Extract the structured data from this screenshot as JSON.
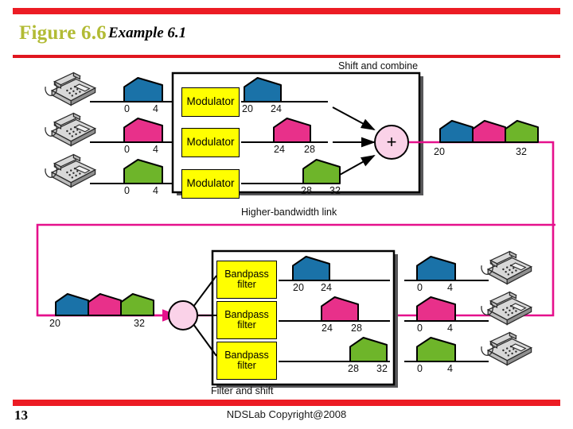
{
  "slide": {
    "figure_label": "Figure 6.6",
    "figure_title": "Example 6.1",
    "page_number": "13",
    "footer": "NDSLab Copyright@2008",
    "accent_red": "#ec1c24",
    "title_color": "#b2bb35",
    "link_color": "#e5108c",
    "box_fill": "#ffff00",
    "node_fill": "#fad2e8"
  },
  "figure": {
    "captions": {
      "top_box": "Shift and combine",
      "link": "Higher-bandwidth link",
      "bottom_box": "Filter and shift"
    },
    "signal_colors": {
      "blue": "#1a72a8",
      "pink": "#e8308a",
      "green": "#6eb52a"
    },
    "combiner_symbol": "+",
    "tx_channels": [
      {
        "color_name": "blue",
        "color": "#1a72a8",
        "source_range": [
          "0",
          "4"
        ],
        "modulator_label": "Modulator",
        "shifted_range": [
          "20",
          "24"
        ]
      },
      {
        "color_name": "pink",
        "color": "#e8308a",
        "source_range": [
          "0",
          "4"
        ],
        "modulator_label": "Modulator",
        "shifted_range": [
          "24",
          "28"
        ]
      },
      {
        "color_name": "green",
        "color": "#6eb52a",
        "source_range": [
          "0",
          "4"
        ],
        "modulator_label": "Modulator",
        "shifted_range": [
          "28",
          "32"
        ]
      }
    ],
    "combined_top": {
      "left_label": "20",
      "right_label": "32",
      "bands": [
        "blue",
        "pink",
        "green"
      ]
    },
    "combined_bottom": {
      "left_label": "20",
      "right_label": "32",
      "bands": [
        "blue",
        "pink",
        "green"
      ]
    },
    "rx_channels": [
      {
        "color_name": "blue",
        "color": "#1a72a8",
        "filter_label_line1": "Bandpass",
        "filter_label_line2": "filter",
        "filtered_range": [
          "20",
          "24"
        ],
        "output_range": [
          "0",
          "4"
        ]
      },
      {
        "color_name": "pink",
        "color": "#e8308a",
        "filter_label_line1": "Bandpass",
        "filter_label_line2": "filter",
        "filtered_range": [
          "24",
          "28"
        ],
        "output_range": [
          "0",
          "4"
        ]
      },
      {
        "color_name": "green",
        "color": "#6eb52a",
        "filter_label_line1": "Bandpass",
        "filter_label_line2": "filter",
        "filtered_range": [
          "28",
          "32"
        ],
        "output_range": [
          "0",
          "4"
        ]
      }
    ]
  }
}
